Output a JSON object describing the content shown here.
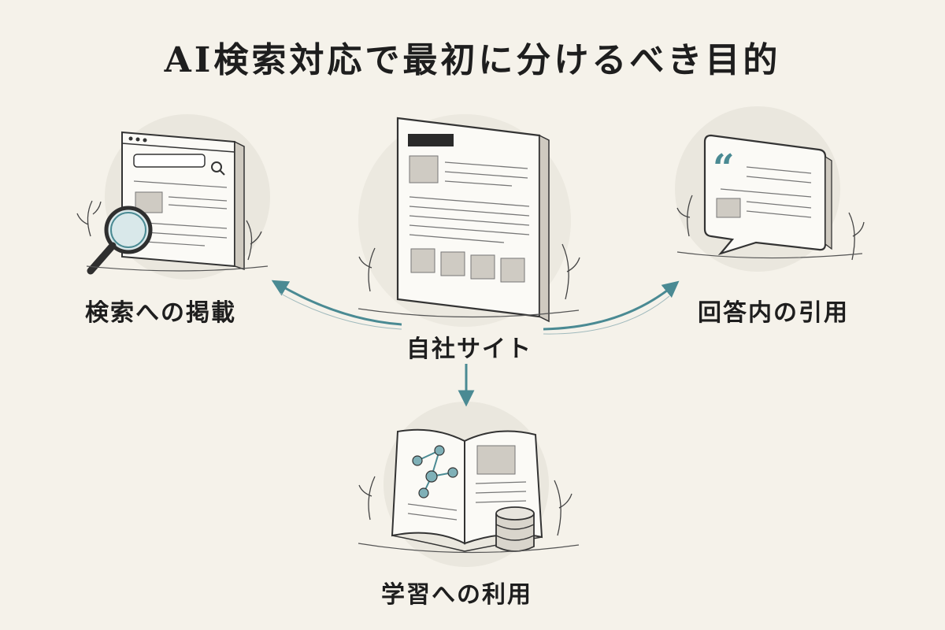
{
  "title": "AI検索対応で最初に分けるべき目的",
  "center": {
    "label": "自社サイト"
  },
  "nodes": {
    "left": {
      "label": "検索への掲載"
    },
    "right": {
      "label": "回答内の引用"
    },
    "bottom": {
      "label": "学習への利用"
    }
  },
  "icons": {
    "left": [
      "browser-window-icon",
      "magnifier-icon"
    ],
    "center": "webpage-document-icon",
    "right": "quote-speech-bubble-icon",
    "bottom": [
      "open-book-graph-icon",
      "database-icon"
    ]
  },
  "colors": {
    "accent": "#4a8a93",
    "ink": "#1e1e1e",
    "paper": "#f5f2ea",
    "halo": "#e6e2d8"
  }
}
